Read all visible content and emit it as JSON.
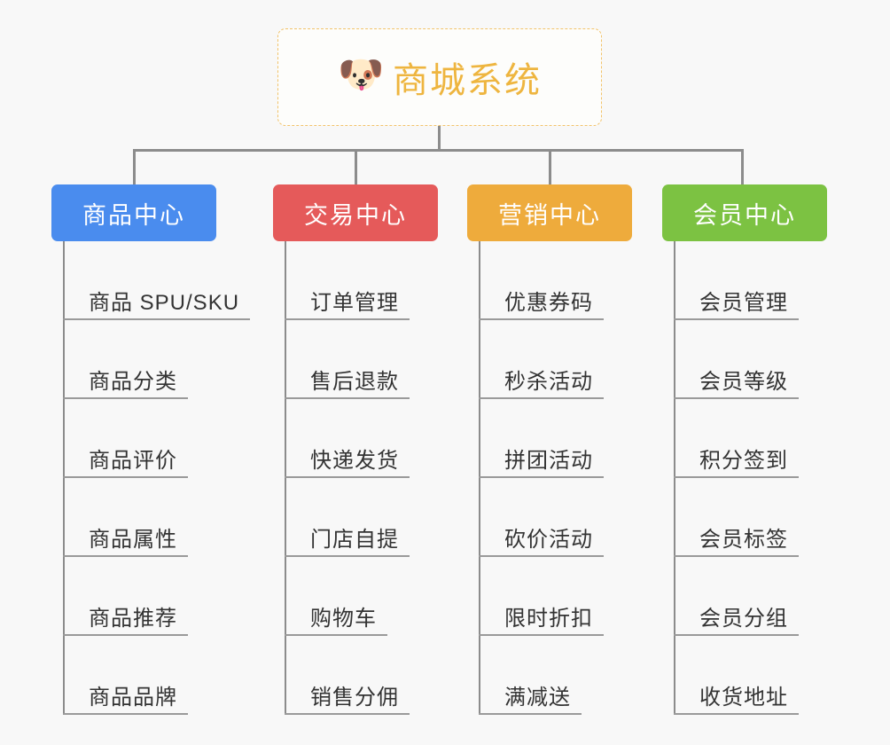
{
  "root": {
    "icon": "dog-face-icon",
    "icon_glyph": "🐶",
    "title": "商城系统",
    "border_color": "#f2c36b",
    "text_color": "#eeb53f",
    "background": "#fdfdfb"
  },
  "canvas": {
    "background": "#f8f8f8",
    "connector_color": "#8c8c8c",
    "rule_color": "#9a9a9a",
    "leaf_text_color": "#333333"
  },
  "branches": [
    {
      "title": "商品中心",
      "color": "#4a8cee",
      "leaves": [
        "商品 SPU/SKU",
        "商品分类",
        "商品评价",
        "商品属性",
        "商品推荐",
        "商品品牌"
      ]
    },
    {
      "title": "交易中心",
      "color": "#e55a5a",
      "leaves": [
        "订单管理",
        "售后退款",
        "快递发货",
        "门店自提",
        "购物车",
        "销售分佣"
      ]
    },
    {
      "title": "营销中心",
      "color": "#eeab3c",
      "leaves": [
        "优惠券码",
        "秒杀活动",
        "拼团活动",
        "砍价活动",
        "限时折扣",
        "满减送"
      ]
    },
    {
      "title": "会员中心",
      "color": "#7cc242",
      "leaves": [
        "会员管理",
        "会员等级",
        "积分签到",
        "会员标签",
        "会员分组",
        "收货地址"
      ]
    }
  ]
}
